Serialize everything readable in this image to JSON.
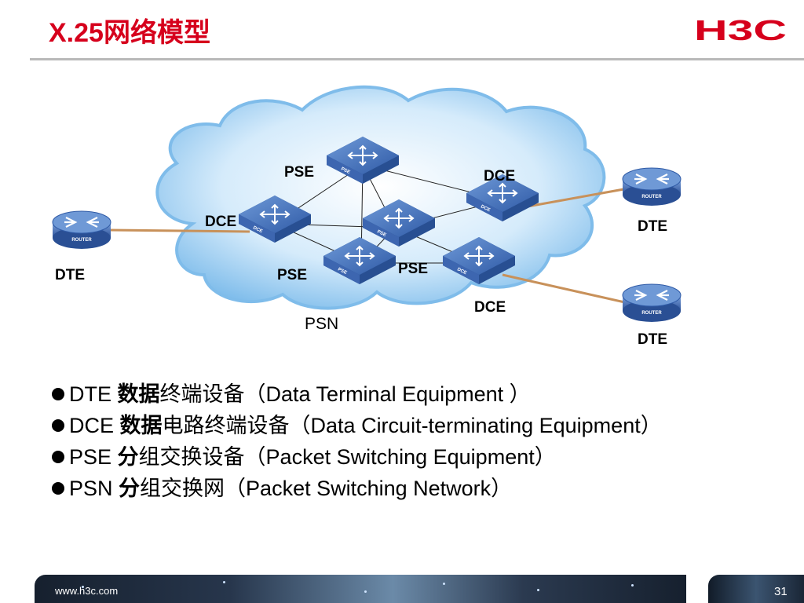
{
  "slide": {
    "title": "X.25网络模型",
    "page_number": "31",
    "footer_url": "www.h3c.com"
  },
  "brand": {
    "logo_text": "H3C",
    "color": "#d6001c"
  },
  "diagram": {
    "cloud_label": "PSN",
    "device_text": {
      "router": "ROUTER",
      "pse": "PSE",
      "dce": "DCE"
    },
    "labels": {
      "pse_top": "PSE",
      "dce_top_right": "DCE",
      "dce_left": "DCE",
      "pse_center": "PSE",
      "pse_bottom_left": "PSE",
      "dce_bottom_right": "DCE",
      "dte_left": "DTE",
      "dte_right_top": "DTE",
      "dte_right_bottom": "DTE"
    },
    "colors": {
      "cloud": "#7fbcea",
      "device": "#3a67b4",
      "access_link": "#c8915a",
      "trunk_link": "#222222"
    }
  },
  "definitions": [
    {
      "term": "DTE",
      "strong": "数据",
      "rest": "终端设备（Data Terminal Equipment ）"
    },
    {
      "term": "DCE",
      "strong": "数据",
      "rest": "电路终端设备（Data Circuit-terminating Equipment）"
    },
    {
      "term": "PSE",
      "strong": "分",
      "rest": "组交换设备（Packet Switching Equipment）"
    },
    {
      "term": "PSN",
      "strong": "分",
      "rest": "组交换网（Packet Switching Network）"
    }
  ]
}
